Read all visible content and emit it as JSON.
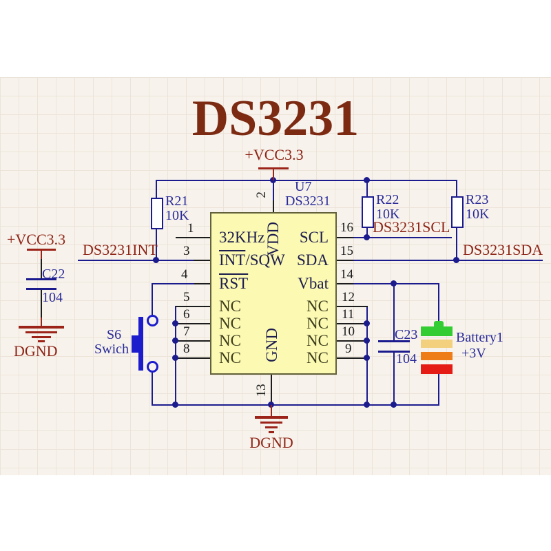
{
  "title": "DS3231",
  "colors": {
    "background": "#f7f3ec",
    "wire": "#1b1b8e",
    "pin": "#1c1c1c",
    "net_label": "#8f2517",
    "designator": "#2a2a99",
    "ic_fill": "#fbf9b2",
    "ic_border": "#61613a",
    "battery_green": "#33cc33",
    "battery_tan": "#f2d07e",
    "battery_orange": "#ee7d18",
    "battery_red": "#e41c15"
  },
  "power": {
    "vcc_top": "+VCC3.3",
    "vcc_left": "+VCC3.3",
    "dgnd_left": "DGND",
    "dgnd_bottom": "DGND"
  },
  "nets": {
    "int": "DS3231INT",
    "scl": "DS3231SCL",
    "sda": "DS3231SDA"
  },
  "ic": {
    "designator": "U7",
    "part": "DS3231",
    "top_pin": {
      "num": "2",
      "name": "VDD"
    },
    "bottom_pin": {
      "num": "13",
      "name": "GND"
    },
    "left_pins": [
      {
        "num": "1",
        "bar": "",
        "rest": "32KHz"
      },
      {
        "num": "3",
        "bar": "INT",
        "rest": "/SQW"
      },
      {
        "num": "4",
        "bar": "RST",
        "rest": ""
      },
      {
        "num": "5",
        "bar": "",
        "rest": "NC"
      },
      {
        "num": "6",
        "bar": "",
        "rest": "NC"
      },
      {
        "num": "7",
        "bar": "",
        "rest": "NC"
      },
      {
        "num": "8",
        "bar": "",
        "rest": "NC"
      }
    ],
    "right_pins": [
      {
        "num": "16",
        "name": "SCL"
      },
      {
        "num": "15",
        "name": "SDA"
      },
      {
        "num": "14",
        "name": "Vbat"
      },
      {
        "num": "12",
        "name": "NC"
      },
      {
        "num": "11",
        "name": "NC"
      },
      {
        "num": "10",
        "name": "NC"
      },
      {
        "num": "9",
        "name": "NC"
      }
    ]
  },
  "resistors": [
    {
      "ref": "R21",
      "value": "10K"
    },
    {
      "ref": "R22",
      "value": "10K"
    },
    {
      "ref": "R23",
      "value": "10K"
    }
  ],
  "capacitors": [
    {
      "ref": "C22",
      "value": "104"
    },
    {
      "ref": "C23",
      "value": "104"
    }
  ],
  "switch": {
    "ref": "S6",
    "label": "Swich"
  },
  "battery": {
    "ref": "Battery1",
    "voltage": "+3V"
  }
}
